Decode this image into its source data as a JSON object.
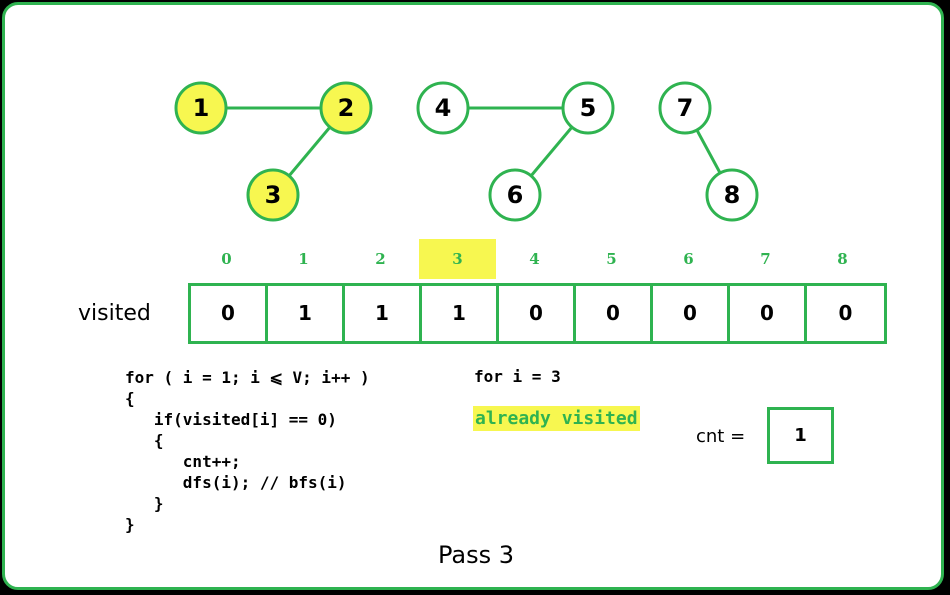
{
  "graph": {
    "nodes": [
      {
        "id": "1",
        "label": "1",
        "visited": true
      },
      {
        "id": "2",
        "label": "2",
        "visited": true
      },
      {
        "id": "3",
        "label": "3",
        "visited": true
      },
      {
        "id": "4",
        "label": "4",
        "visited": false
      },
      {
        "id": "5",
        "label": "5",
        "visited": false
      },
      {
        "id": "6",
        "label": "6",
        "visited": false
      },
      {
        "id": "7",
        "label": "7",
        "visited": false
      },
      {
        "id": "8",
        "label": "8",
        "visited": false
      }
    ],
    "edges": [
      [
        "1",
        "2"
      ],
      [
        "2",
        "3"
      ],
      [
        "4",
        "5"
      ],
      [
        "5",
        "6"
      ],
      [
        "7",
        "8"
      ]
    ]
  },
  "visited_array": {
    "label": "visited",
    "indices": [
      "0",
      "1",
      "2",
      "3",
      "4",
      "5",
      "6",
      "7",
      "8"
    ],
    "current_index": 3,
    "values": [
      "0",
      "1",
      "1",
      "1",
      "0",
      "0",
      "0",
      "0",
      "0"
    ]
  },
  "code": {
    "lines": [
      "for ( i = 1; i ⩽ V; i++ )",
      "{",
      "   if(visited[i] == 0)",
      "   {",
      "      cnt++;",
      "      dfs(i); // bfs(i)",
      "   }",
      "}"
    ]
  },
  "step": {
    "loop_text": "for i = 3",
    "status": "already visited"
  },
  "counter": {
    "label": "cnt =",
    "value": "1"
  },
  "caption": "Pass 3",
  "colors": {
    "accent": "#2fb350",
    "highlight": "#f7f750"
  }
}
